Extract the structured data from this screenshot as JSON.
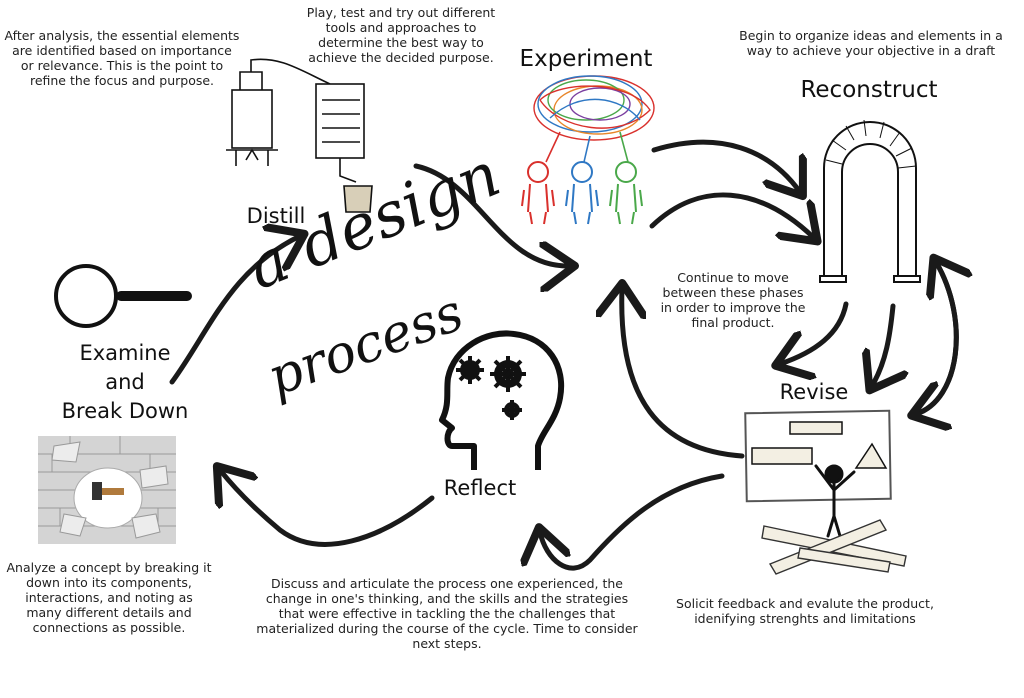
{
  "diagram": {
    "title_line1": "a design",
    "title_line2": "process",
    "center_note": "Continue to move between these phases in order to improve the final product."
  },
  "phases": {
    "examine": {
      "label_line1": "Examine",
      "label_line2": "and",
      "label_line3": "Break Down",
      "description": "Analyze a concept by breaking it down into its components, interactions, and noting as many different details and connections as possible."
    },
    "distill": {
      "label": "Distill",
      "description": "After analysis, the essential elements are identified based on importance or relevance.  This is the point to refine the focus and purpose."
    },
    "experiment": {
      "label": "Experiment",
      "description": "Play, test and try out different tools and approaches to determine the best way to achieve the decided purpose."
    },
    "reconstruct": {
      "label": "Reconstruct",
      "description": "Begin to organize ideas and elements in a way to achieve your objective in a draft"
    },
    "revise": {
      "label": "Revise",
      "description": "Solicit feedback and evalute the product, idenifying strenghts and limitations"
    },
    "reflect": {
      "label": "Reflect",
      "description": "Discuss and articulate the process one experienced, the change in one's thinking, and the skills and the strategies that were effective in tackling the the challenges that materialized during the course of the cycle. Time to consider next steps."
    }
  },
  "colors": {
    "ink": "#111111",
    "arrow": "#1a1a1a",
    "scribble_red": "#d9302c",
    "scribble_blue": "#2f78c4",
    "scribble_green": "#4aa84a",
    "scribble_orange": "#e8862a",
    "scribble_purple": "#7b3fa0",
    "paper": "#f3efe3"
  },
  "icons": {
    "magnifier": "magnifying-glass-icon",
    "wall": "breaking-wall-icon",
    "still": "distillation-apparatus-icon",
    "people": "thought-scribble-people-icon",
    "arch": "stone-arch-icon",
    "board": "whiteboard-figure-icon",
    "head": "head-gears-icon"
  }
}
